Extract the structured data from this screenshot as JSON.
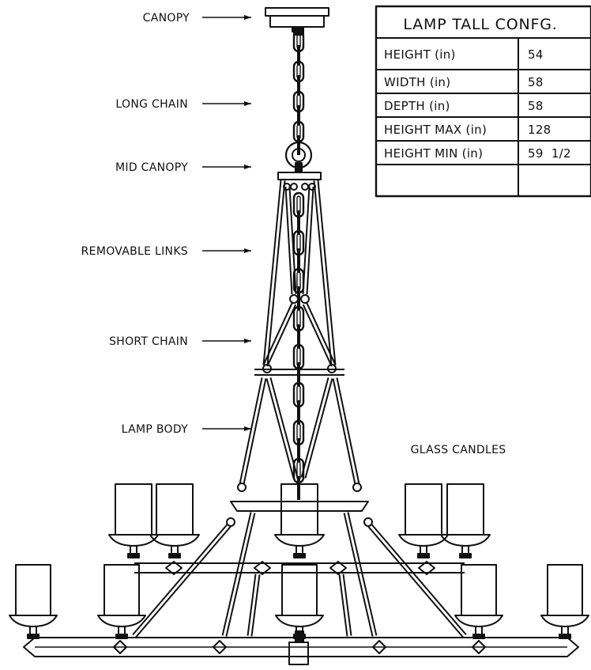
{
  "labels": {
    "canopy": "CANOPY",
    "long_chain": "LONG CHAIN",
    "mid_canopy": "MID CANOPY",
    "removable_links": "REMOVABLE LINKS",
    "short_chain": "SHORT CHAIN",
    "lamp_body": "LAMP BODY",
    "glass_candles": "GLASS CANDLES"
  },
  "spec_table": {
    "title": "LAMP TALL CONFG.",
    "rows": [
      {
        "label": "HEIGHT  (in)",
        "value": "54"
      },
      {
        "label": "WIDTH (in)",
        "value": "58"
      },
      {
        "label": "DEPTH (in)",
        "value": "58"
      },
      {
        "label": "HEIGHT MAX (in)",
        "value": "128"
      },
      {
        "label": "HEIGHT MIN (in)",
        "value": "59  1/2"
      }
    ]
  }
}
